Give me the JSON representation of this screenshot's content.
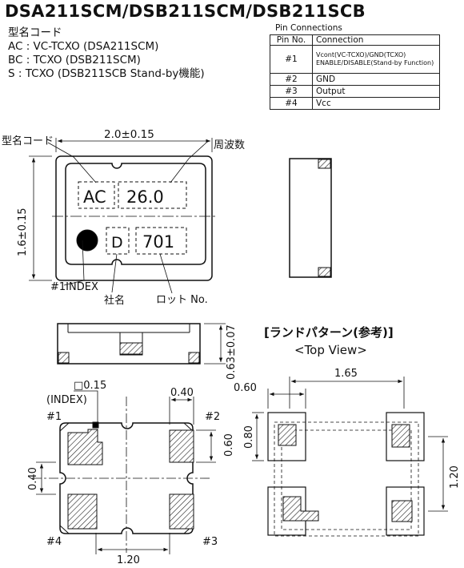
{
  "title": "DSA211SCM/DSB211SCM/DSB211SCB",
  "codes": {
    "heading": "型名コード",
    "lines": [
      "AC : VC-TCXO (DSA211SCM)",
      "BC : TCXO (DSB211SCM)",
      "S : TCXO (DSB211SCB Stand-by機能)"
    ]
  },
  "pin_table": {
    "caption": "Pin Connections",
    "headers": [
      "Pin No.",
      "Connection"
    ],
    "rows": [
      {
        "no": "#1",
        "line1": "Vcont(VC-TCXO)/GND(TCXO)",
        "line2": "ENABLE/DISABLE(Stand-by Function)"
      },
      {
        "no": "#2",
        "line1": "GND"
      },
      {
        "no": "#3",
        "line1": "Output"
      },
      {
        "no": "#4",
        "line1": "Vcc"
      }
    ]
  },
  "top_view": {
    "label_model_code": "型名コード",
    "label_frequency": "周波数",
    "dim_width": "2.0±0.15",
    "dim_height": "1.6±0.15",
    "marking_code": "AC",
    "marking_freq": "26.0",
    "marking_company": "D",
    "marking_lot": "701",
    "label_index": "#1INDEX",
    "label_company": "社名",
    "label_lot": "ロット No."
  },
  "side_view": {
    "dim_thickness": "0.63±0.07"
  },
  "land_pattern": {
    "title": "[ランドパターン(参考)]",
    "subtitle": "<Top View>",
    "dim_pitch_x": "1.65",
    "dim_pad_w": "0.60",
    "dim_pad_h": "0.80",
    "dim_pitch_y": "1.20"
  },
  "bottom_view": {
    "dim_index": "□0.15",
    "label_index": "(INDEX)",
    "dim_pad_w": "0.40",
    "dim_pad_h": "0.60",
    "dim_pad_h2": "0.40",
    "dim_pitch": "1.20",
    "pins": [
      "#1",
      "#2",
      "#3",
      "#4"
    ]
  }
}
